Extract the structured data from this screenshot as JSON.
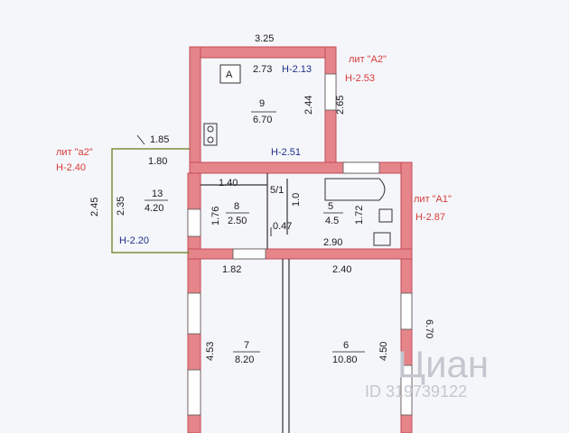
{
  "plan": {
    "dimensions": {
      "top_width": "3.25",
      "a2_inner_width": "2.73",
      "a2_wall_right": "2.65",
      "a2_inner_height": "2.44",
      "a2_stub_top": "1.85",
      "a2_stub_inner": "1.80",
      "a2_stub_outer_height": "2.45",
      "a2_stub_inner_height": "2.35",
      "room8_width": "1.40",
      "room8_height": "1.76",
      "closet_width": "0.47",
      "closet_height": "1.0",
      "bath_inner_height": "1.72",
      "room5_width": "2.90",
      "room7_width": "1.82",
      "room6_width": "2.40",
      "room7_height": "4.53",
      "room6_height": "4.50",
      "right_total": "6.70"
    },
    "rooms": [
      {
        "num": "9",
        "area": "6.70"
      },
      {
        "num": "13",
        "area": "4.20"
      },
      {
        "num": "8",
        "area": "2.50"
      },
      {
        "num": "5/1",
        "area": ""
      },
      {
        "num": "5",
        "area": "4.5"
      },
      {
        "num": "7",
        "area": "8.20"
      },
      {
        "num": "6",
        "area": "10.80"
      }
    ],
    "heights": {
      "a2_top": "Н-2.13",
      "a2_bottom": "Н-2.51",
      "stub": "Н-2.20"
    },
    "labels": {
      "lit_A2": "лит \"А2\"",
      "lit_A2_h": "Н-2.53",
      "lit_a2": "лит \"а2\"",
      "lit_a2_h": "Н-2.40",
      "lit_A1": "лит \"А1\"",
      "lit_A1_h": "Н-2.87",
      "stamp": "А"
    },
    "watermark": {
      "brand": "Циан",
      "id": "ID 319739122"
    },
    "colors": {
      "wall": "#e5858a",
      "wall_stroke": "#c44a55",
      "window": "#ffffff",
      "lines": "#333333",
      "stub_wall": "#7a8f3a"
    }
  }
}
